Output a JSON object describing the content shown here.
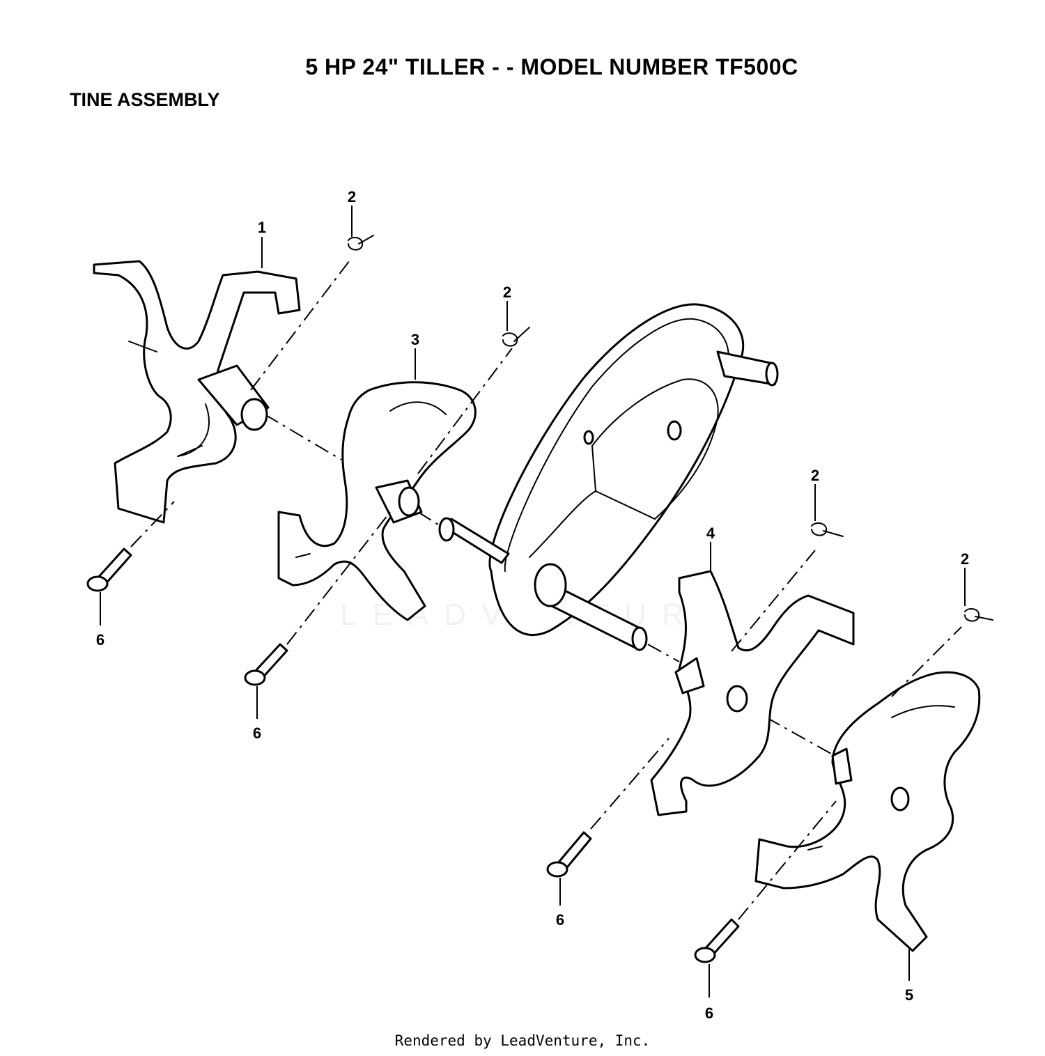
{
  "header": {
    "title": "5 HP 24\" TILLER - - MODEL NUMBER TF500C",
    "subtitle": "TINE ASSEMBLY"
  },
  "watermark": "LEADVENTURE",
  "footer": "Rendered by LeadVenture, Inc.",
  "callouts": {
    "c1": "1",
    "c2a": "2",
    "c2b": "2",
    "c2c": "2",
    "c2d": "2",
    "c3": "3",
    "c4": "4",
    "c5": "5",
    "c6a": "6",
    "c6b": "6",
    "c6c": "6",
    "c6d": "6"
  }
}
